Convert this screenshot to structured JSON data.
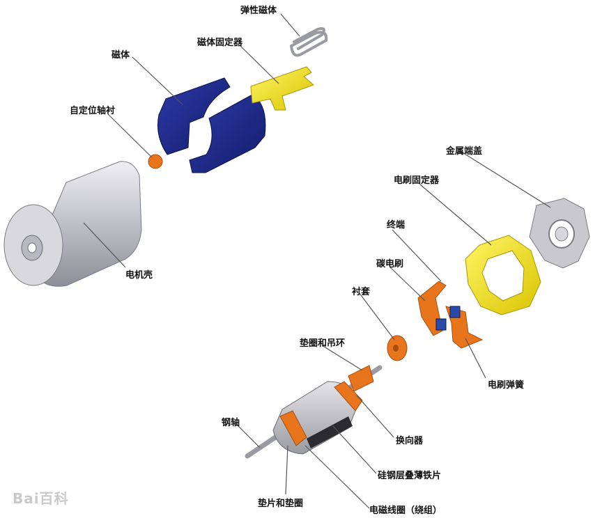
{
  "labels": {
    "spring_magnet": "弹性磁体",
    "magnet_holder": "磁体固定器",
    "magnet": "磁体",
    "self_align_bushing": "自定位轴衬",
    "motor_housing": "电机壳",
    "metal_end_cap": "金属端盖",
    "brush_holder": "电刷固定器",
    "terminal": "终端",
    "carbon_brush": "碳电刷",
    "bushing": "衬套",
    "washer_and_ring": "垫圈和吊环",
    "brush_spring": "电刷弹簧",
    "steel_shaft": "钢轴",
    "commutator": "换向器",
    "laminated_core": "硅钢层叠薄铁片",
    "shim_and_washer": "垫片和垫圈",
    "coil_winding": "电磁线圈（绕组）"
  },
  "watermark": "Bai百科",
  "colors": {
    "magnet_blue": "#1e2a8c",
    "holder_yellow": "#f2e000",
    "housing_silver": "#c8c8d0",
    "copper_orange": "#e8741c",
    "brush_blue": "#2a4aa8",
    "leader_gray": "#555555"
  }
}
